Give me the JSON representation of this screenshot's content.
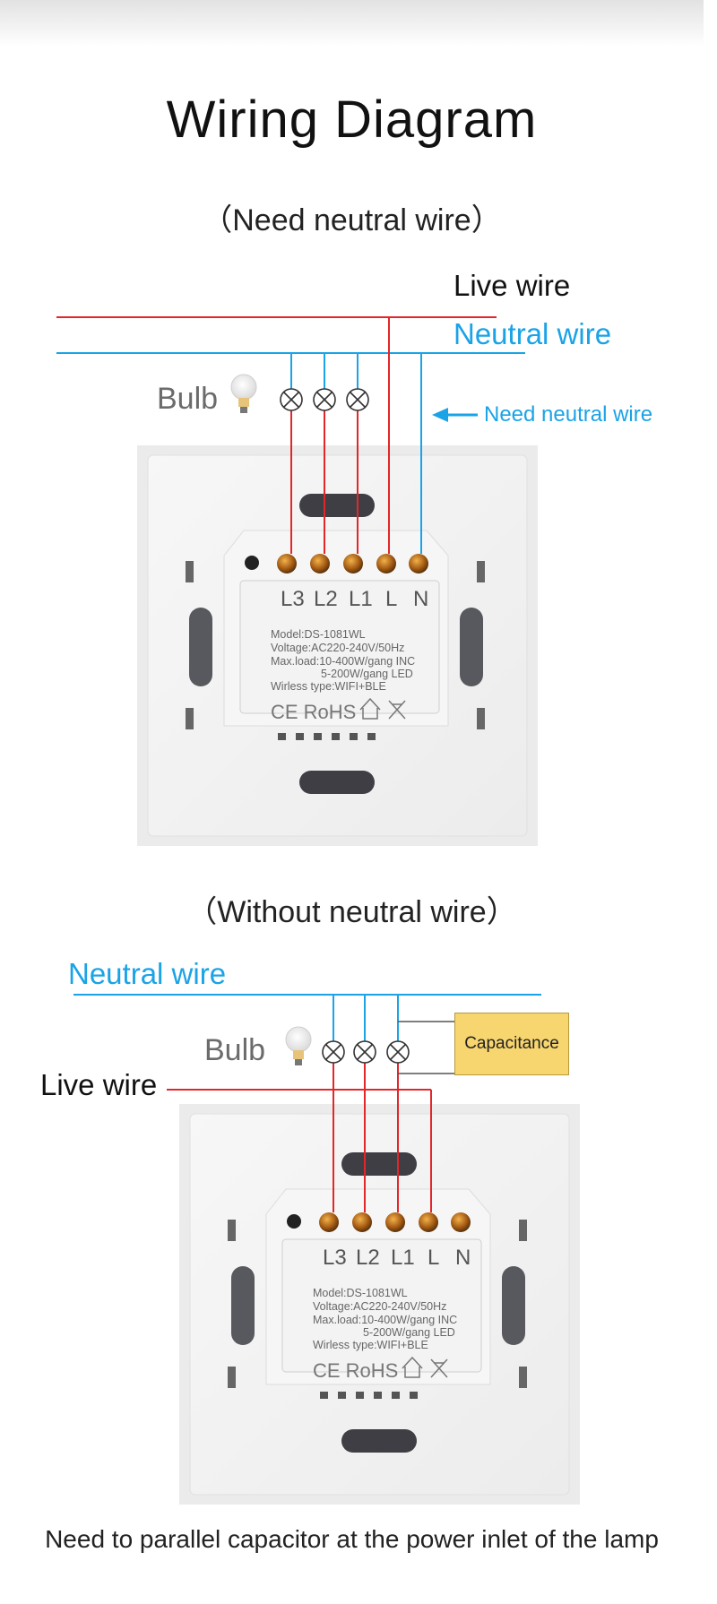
{
  "title": "Wiring Diagram",
  "diagram1": {
    "subtitle": "（Need neutral wire）",
    "live_label": "Live wire",
    "neutral_label": "Neutral wire",
    "bulb_label": "Bulb",
    "note": "Need neutral wire"
  },
  "diagram2": {
    "subtitle": "（Without neutral wire）",
    "neutral_label": "Neutral wire",
    "live_label": "Live wire",
    "bulb_label": "Bulb",
    "capacitor_label": "Capacitance"
  },
  "device": {
    "terminals": [
      "L3",
      "L2",
      "L1",
      "L",
      "N"
    ],
    "model": "Model:DS-1081WL",
    "voltage": "Voltage:AC220-240V/50Hz",
    "maxload_line1": "Max.load:10-400W/gang  INC",
    "maxload_line2": "5-200W/gang  LED",
    "wireless": "Wirless type:WIFI+BLE",
    "marks": "CE RoHS"
  },
  "footer": "Need to parallel capacitor at the power inlet of the lamp",
  "colors": {
    "live": "#e3262a",
    "neutral": "#1aa3e6",
    "capacitor": "#f7d56f"
  }
}
